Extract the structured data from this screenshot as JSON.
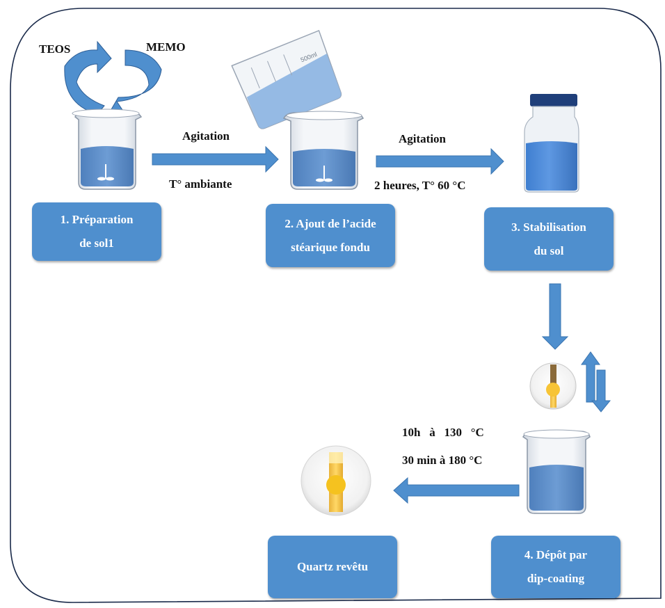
{
  "reactants": {
    "teos": "TEOS",
    "memo": "MEMO"
  },
  "beaker_scale": "500ml",
  "arrows": {
    "a1_top": "Agitation",
    "a1_bottom": "T° ambiante",
    "a2_top": "Agitation",
    "a2_bottom": "2 heures, T° 60 °C",
    "cure_line1": "10h   à   130   °C",
    "cure_line2": "30 min à 180 °C"
  },
  "steps": {
    "s1": {
      "line1": "1. Préparation",
      "line2": "de sol1"
    },
    "s2": {
      "line1": "2. Ajout de l’acide",
      "line2": "stéarique fondu"
    },
    "s3": {
      "line1": "3. Stabilisation",
      "line2": "du sol"
    },
    "s4": {
      "line1": "4. Dépôt par",
      "line2": "dip-coating"
    },
    "s5": {
      "line1": "Quartz revêtu"
    }
  },
  "colors": {
    "box": "#4f8fce",
    "arrow": "#4f8fce",
    "liquid": "#5b8ecb",
    "cap": "#1f3f7a",
    "quartz": "#f2c44a",
    "frame": "#1a2a4a"
  }
}
